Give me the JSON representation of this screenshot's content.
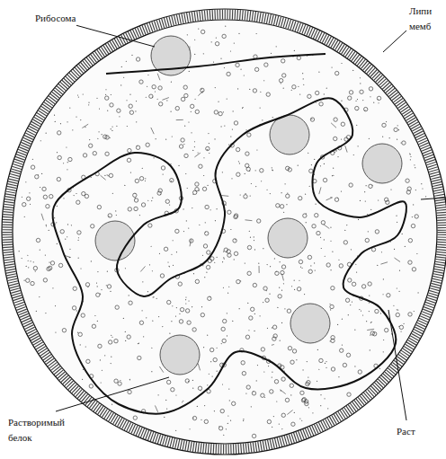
{
  "diagram": {
    "labels": [
      "Рибосома",
      "Липи мемб",
      "Растворимый белок",
      "Раст"
    ]
  }
}
